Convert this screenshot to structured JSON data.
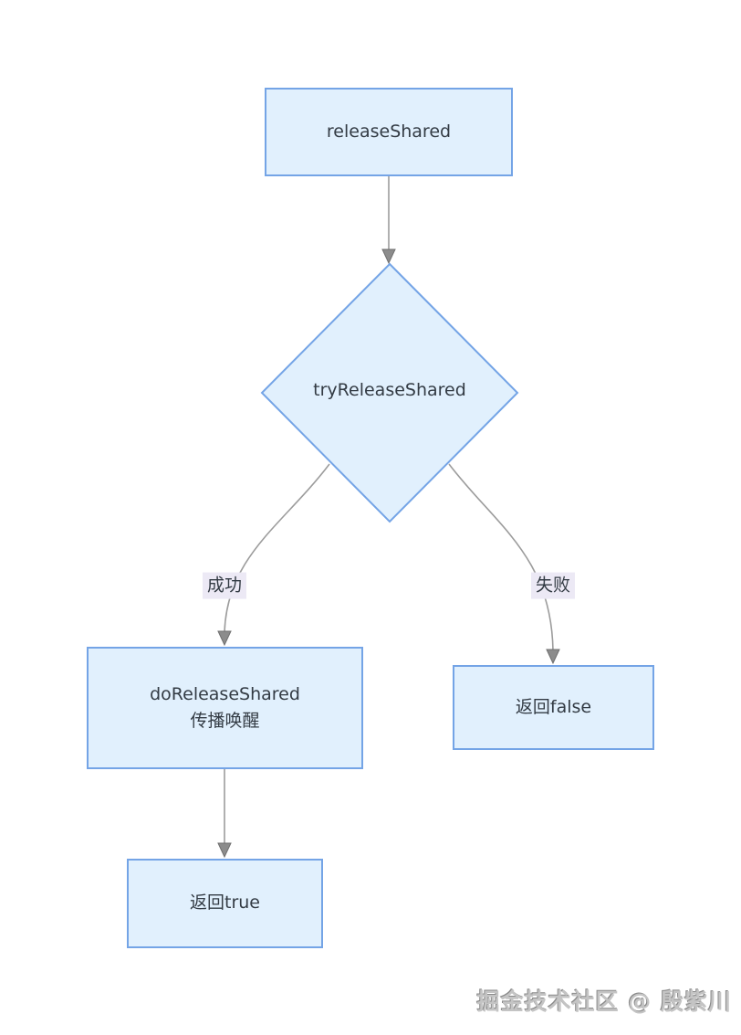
{
  "diagram": {
    "nodes": {
      "release_shared": {
        "label": "releaseShared",
        "shape": "rect"
      },
      "try_release_shared": {
        "label": "tryReleaseShared",
        "shape": "diamond"
      },
      "do_release_shared": {
        "label_line1": "doReleaseShared",
        "label_line2": "传播唤醒",
        "shape": "rect"
      },
      "return_false": {
        "label": "返回false",
        "shape": "rect"
      },
      "return_true": {
        "label": "返回true",
        "shape": "rect"
      }
    },
    "edges": [
      {
        "from": "release_shared",
        "to": "try_release_shared",
        "label": ""
      },
      {
        "from": "try_release_shared",
        "to": "do_release_shared",
        "label": "成功"
      },
      {
        "from": "try_release_shared",
        "to": "return_false",
        "label": "失败"
      },
      {
        "from": "do_release_shared",
        "to": "return_true",
        "label": ""
      }
    ],
    "edge_labels": {
      "success": "成功",
      "failure": "失败"
    },
    "colors": {
      "node_fill": "#e1f0fd",
      "node_border": "#74a4e6",
      "edge_line": "#9c9c9c",
      "arrowhead": "#8c8c8c",
      "edge_label_bg": "#ece9f5",
      "text": "#333b44"
    }
  },
  "watermark": {
    "text": "掘金技术社区 @ 殷紫川"
  }
}
